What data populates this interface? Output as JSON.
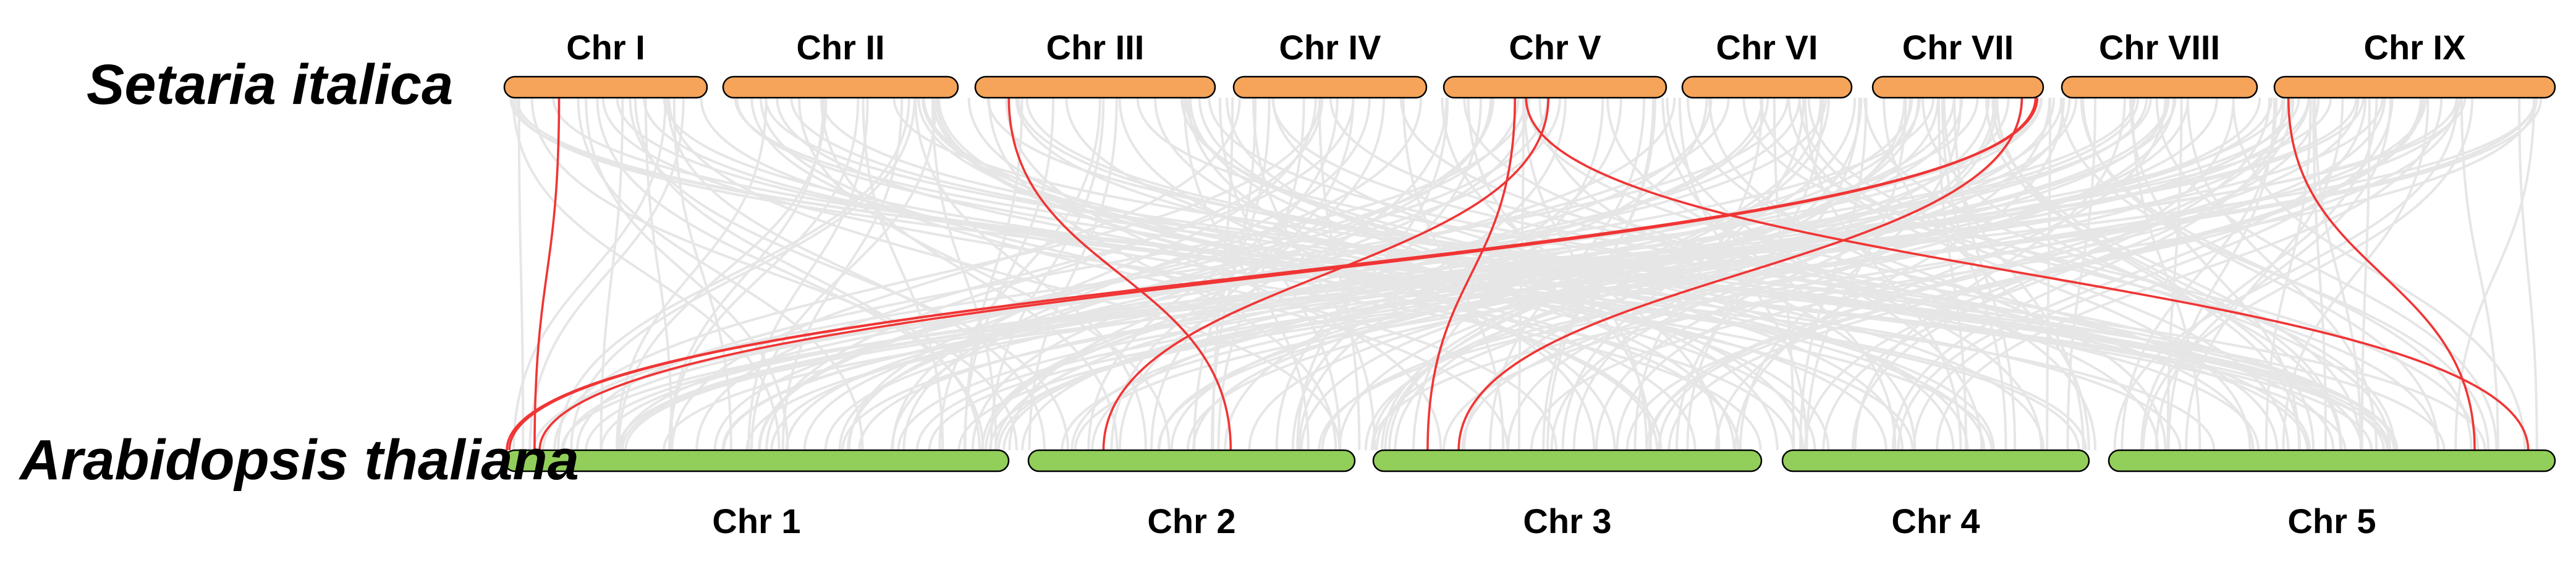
{
  "species": {
    "top": "Setaria italica",
    "bottom": "Arabidopsis thaliana"
  },
  "colors": {
    "top_chromosome": "#f5a45a",
    "bottom_chromosome": "#92cf5a",
    "background_link": "#e6e6e6",
    "highlight_link": "#f03535"
  },
  "top_chromosomes": [
    {
      "id": "I",
      "label": "Chr I"
    },
    {
      "id": "II",
      "label": "Chr II"
    },
    {
      "id": "III",
      "label": "Chr III"
    },
    {
      "id": "IV",
      "label": "Chr IV"
    },
    {
      "id": "V",
      "label": "Chr V"
    },
    {
      "id": "VI",
      "label": "Chr VI"
    },
    {
      "id": "VII",
      "label": "Chr VII"
    },
    {
      "id": "VIII",
      "label": "Chr VIII"
    },
    {
      "id": "IX",
      "label": "Chr IX"
    }
  ],
  "bottom_chromosomes": [
    {
      "id": "1",
      "label": "Chr 1"
    },
    {
      "id": "2",
      "label": "Chr 2"
    },
    {
      "id": "3",
      "label": "Chr 3"
    },
    {
      "id": "4",
      "label": "Chr 4"
    },
    {
      "id": "5",
      "label": "Chr 5"
    }
  ],
  "highlighted_links": [
    {
      "from": "I",
      "to": "1"
    },
    {
      "from": "III",
      "to": "2"
    },
    {
      "from": "V",
      "to": "2"
    },
    {
      "from": "V",
      "to": "3"
    },
    {
      "from": "V",
      "to": "5"
    },
    {
      "from": "VII",
      "to": "1"
    },
    {
      "from": "VII",
      "to": "1"
    },
    {
      "from": "VII",
      "to": "1"
    },
    {
      "from": "VII",
      "to": "3"
    },
    {
      "from": "IX",
      "to": "5"
    }
  ]
}
